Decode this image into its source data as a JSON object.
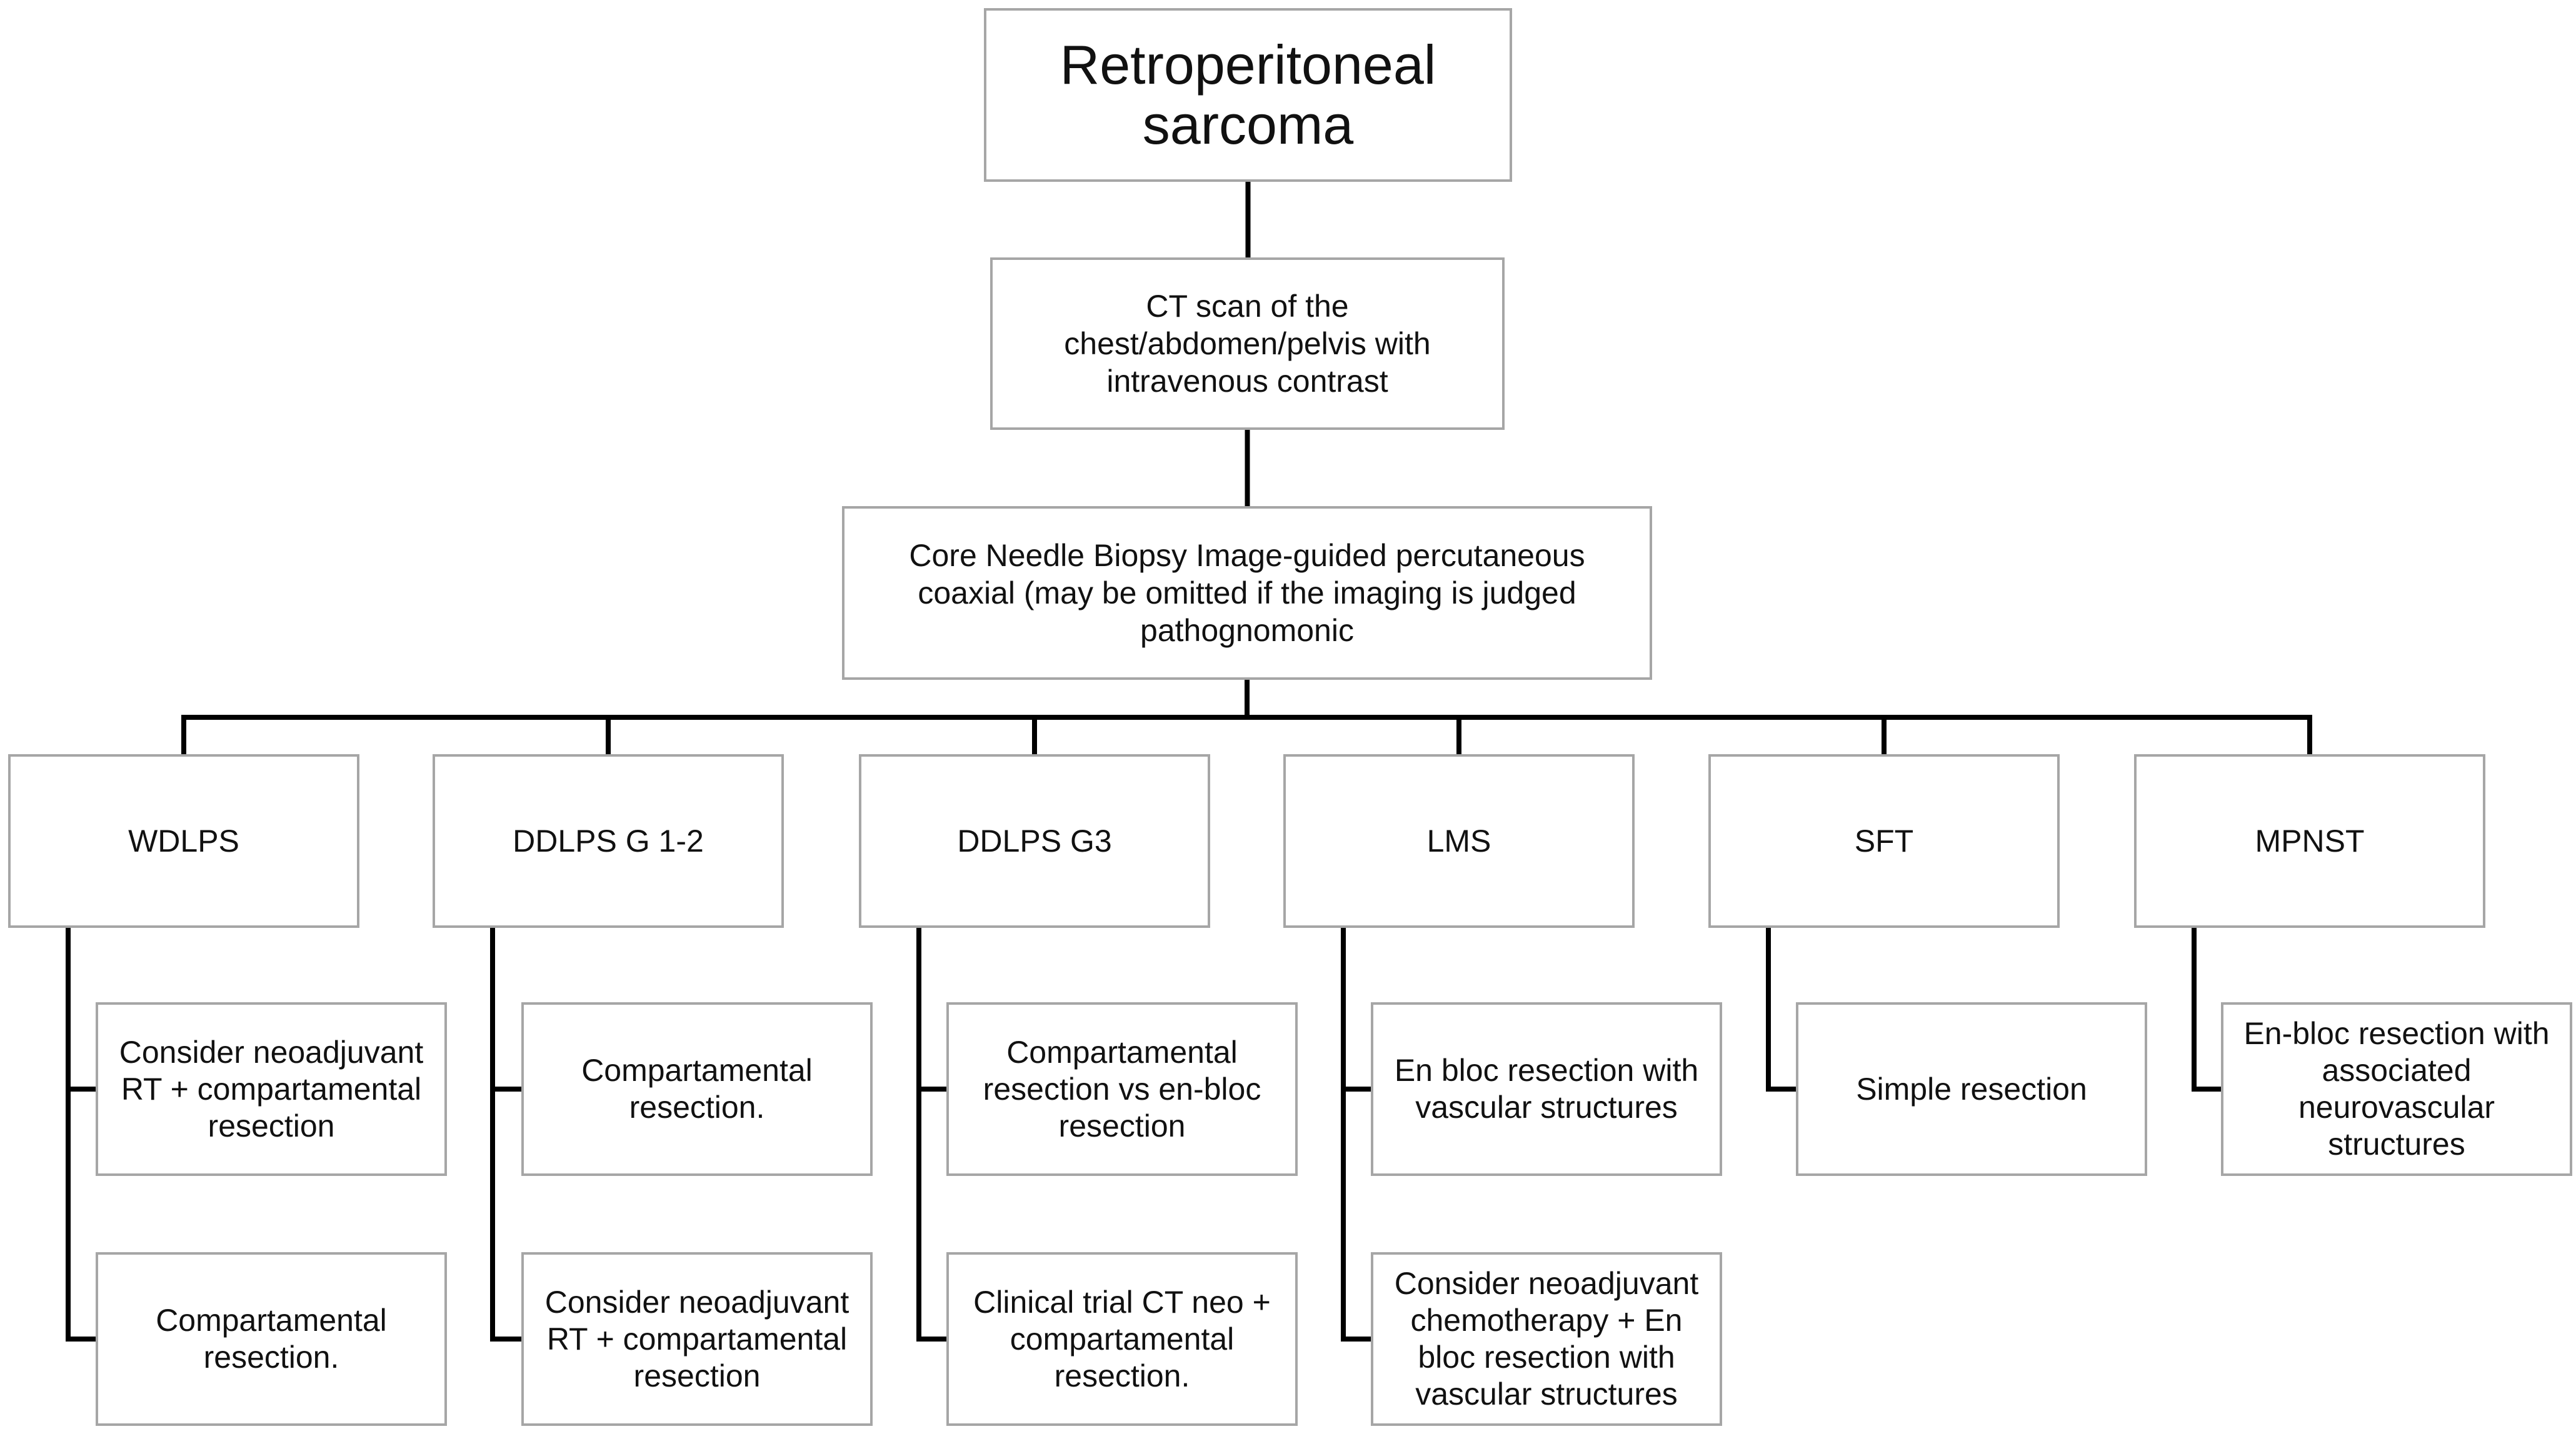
{
  "root": {
    "lines": [
      "Retroperitoneal",
      "sarcoma"
    ]
  },
  "imaging": {
    "lines": [
      "CT scan of the",
      "chest/abdomen/pelvis with",
      "intravenous contrast"
    ]
  },
  "biopsy": {
    "lines": [
      "Core Needle Biopsy Image-guided percutaneous",
      "coaxial (may be omitted if the imaging is judged",
      "pathognomonic"
    ]
  },
  "histotypes": [
    {
      "label": "WDLPS",
      "treatments": [
        {
          "lines": [
            "Consider neoadjuvant",
            "RT + compartamental",
            "resection"
          ]
        },
        {
          "lines": [
            "Compartamental",
            "resection."
          ]
        }
      ]
    },
    {
      "label": "DDLPS G 1-2",
      "treatments": [
        {
          "lines": [
            "Compartamental",
            "resection."
          ]
        },
        {
          "lines": [
            "Consider neoadjuvant",
            "RT + compartamental",
            "resection"
          ]
        }
      ]
    },
    {
      "label": "DDLPS G3",
      "treatments": [
        {
          "lines": [
            "Compartamental",
            "resection vs en-bloc",
            "resection"
          ]
        },
        {
          "lines": [
            "Clinical trial CT neo +",
            "compartamental",
            "resection."
          ]
        }
      ]
    },
    {
      "label": "LMS",
      "treatments": [
        {
          "lines": [
            "En bloc resection with",
            "vascular structures"
          ]
        },
        {
          "lines": [
            "Consider neoadjuvant",
            "chemotherapy + En",
            "bloc resection with",
            "vascular structures"
          ]
        }
      ]
    },
    {
      "label": "SFT",
      "treatments": [
        {
          "lines": [
            "Simple resection"
          ]
        }
      ]
    },
    {
      "label": "MPNST",
      "treatments": [
        {
          "lines": [
            "En-bloc resection with",
            "associated",
            "neurovascular",
            "structures"
          ]
        }
      ]
    }
  ],
  "colors": {
    "box_border": "#a6a6a6",
    "connector": "#000000",
    "text": "#111111",
    "background": "#ffffff"
  }
}
